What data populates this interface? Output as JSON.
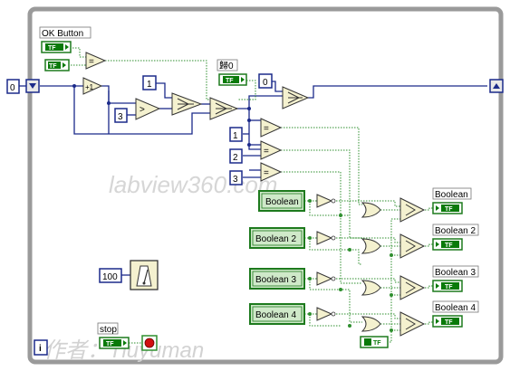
{
  "labels": {
    "ok_button": "OK Button",
    "label_mid": "歸0",
    "stop": "stop",
    "boolean_1": "Boolean",
    "boolean_2": "Boolean 2",
    "boolean_3": "Boolean 3",
    "boolean_4": "Boolean 4"
  },
  "controls": {
    "boolean_1": "Boolean",
    "boolean_2": "Boolean 2",
    "boolean_3": "Boolean 3",
    "boolean_4": "Boolean 4"
  },
  "constants": {
    "shift_init": "0",
    "one": "1",
    "three": "3",
    "zero_reset": "0",
    "c1": "1",
    "c2": "2",
    "c3": "3",
    "wait_ms": "100",
    "iteration": "i"
  },
  "terminals": {
    "tf": "TF",
    "inc": "+1",
    "eq": "=",
    "gt": ">"
  },
  "watermarks": {
    "site": "labview360.com",
    "author": "作者：Tiuyuman"
  },
  "colors": {
    "frame": "#9a9a9a",
    "wire_blue": "#1b2a8a",
    "wire_green": "#2f8f2f",
    "bool_fill": "#cfe9c9",
    "bool_border": "#1d7a1d",
    "num_border": "#1b2a8a",
    "prim_fill": "#f4f1cf",
    "tf_fill": "#0a7a0a",
    "stop_red": "#d01010"
  }
}
